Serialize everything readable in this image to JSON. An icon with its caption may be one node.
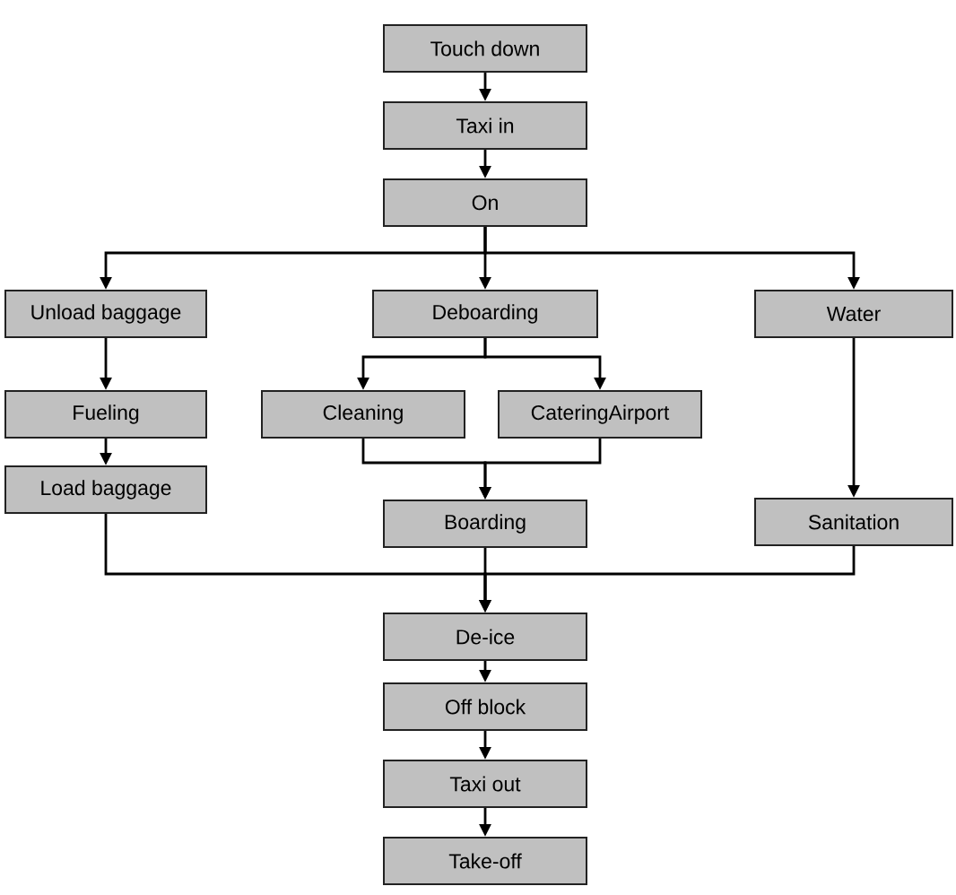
{
  "diagram": {
    "nodes": [
      {
        "text": [
          "Touch down"
        ]
      },
      {
        "text": [
          "Taxi in"
        ]
      },
      {
        "text": [
          "On"
        ]
      },
      {
        "text": [
          "Unload baggage"
        ]
      },
      {
        "text": [
          "Deboarding"
        ]
      },
      {
        "text": [
          "Water"
        ]
      },
      {
        "text": [
          "Fueling"
        ]
      },
      {
        "text": [
          "Cleaning"
        ]
      },
      {
        "text": [
          "CateringAirport"
        ]
      },
      {
        "text": [
          "Load baggage"
        ]
      },
      {
        "text": [
          "Boarding"
        ]
      },
      {
        "text": [
          "Sanitation"
        ]
      },
      {
        "text": [
          "De-ice"
        ]
      },
      {
        "text": [
          "Off block"
        ]
      },
      {
        "text": [
          "Taxi out"
        ]
      },
      {
        "text": [
          "Take-off"
        ]
      }
    ],
    "edges": [
      {
        "from": 0,
        "to": 1,
        "arrow": "to"
      },
      {
        "from": 1,
        "to": 2,
        "arrow": "to"
      },
      {
        "from": 2,
        "to": 3,
        "arrow": "to"
      },
      {
        "from": 2,
        "to": 4,
        "arrow": "to"
      },
      {
        "from": 2,
        "to": 5,
        "arrow": "to"
      },
      {
        "from": 3,
        "to": 6,
        "arrow": "to"
      },
      {
        "from": 4,
        "to": 7,
        "arrow": "to"
      },
      {
        "from": 4,
        "to": 8,
        "arrow": "to"
      },
      {
        "from": 6,
        "to": 9,
        "arrow": "to"
      },
      {
        "from": 5,
        "to": 11,
        "arrow": "to"
      },
      {
        "from": 7,
        "to": 10,
        "arrow": "to"
      },
      {
        "from": 8,
        "to": 10,
        "arrow": "to"
      },
      {
        "from": 9,
        "to": 12,
        "arrow": "to"
      },
      {
        "from": 10,
        "to": 12,
        "arrow": "to"
      },
      {
        "from": 11,
        "to": 12,
        "arrow": "to"
      },
      {
        "from": 12,
        "to": 13,
        "arrow": "to"
      },
      {
        "from": 13,
        "to": 14,
        "arrow": "to"
      },
      {
        "from": 14,
        "to": 15,
        "arrow": "to"
      }
    ]
  }
}
